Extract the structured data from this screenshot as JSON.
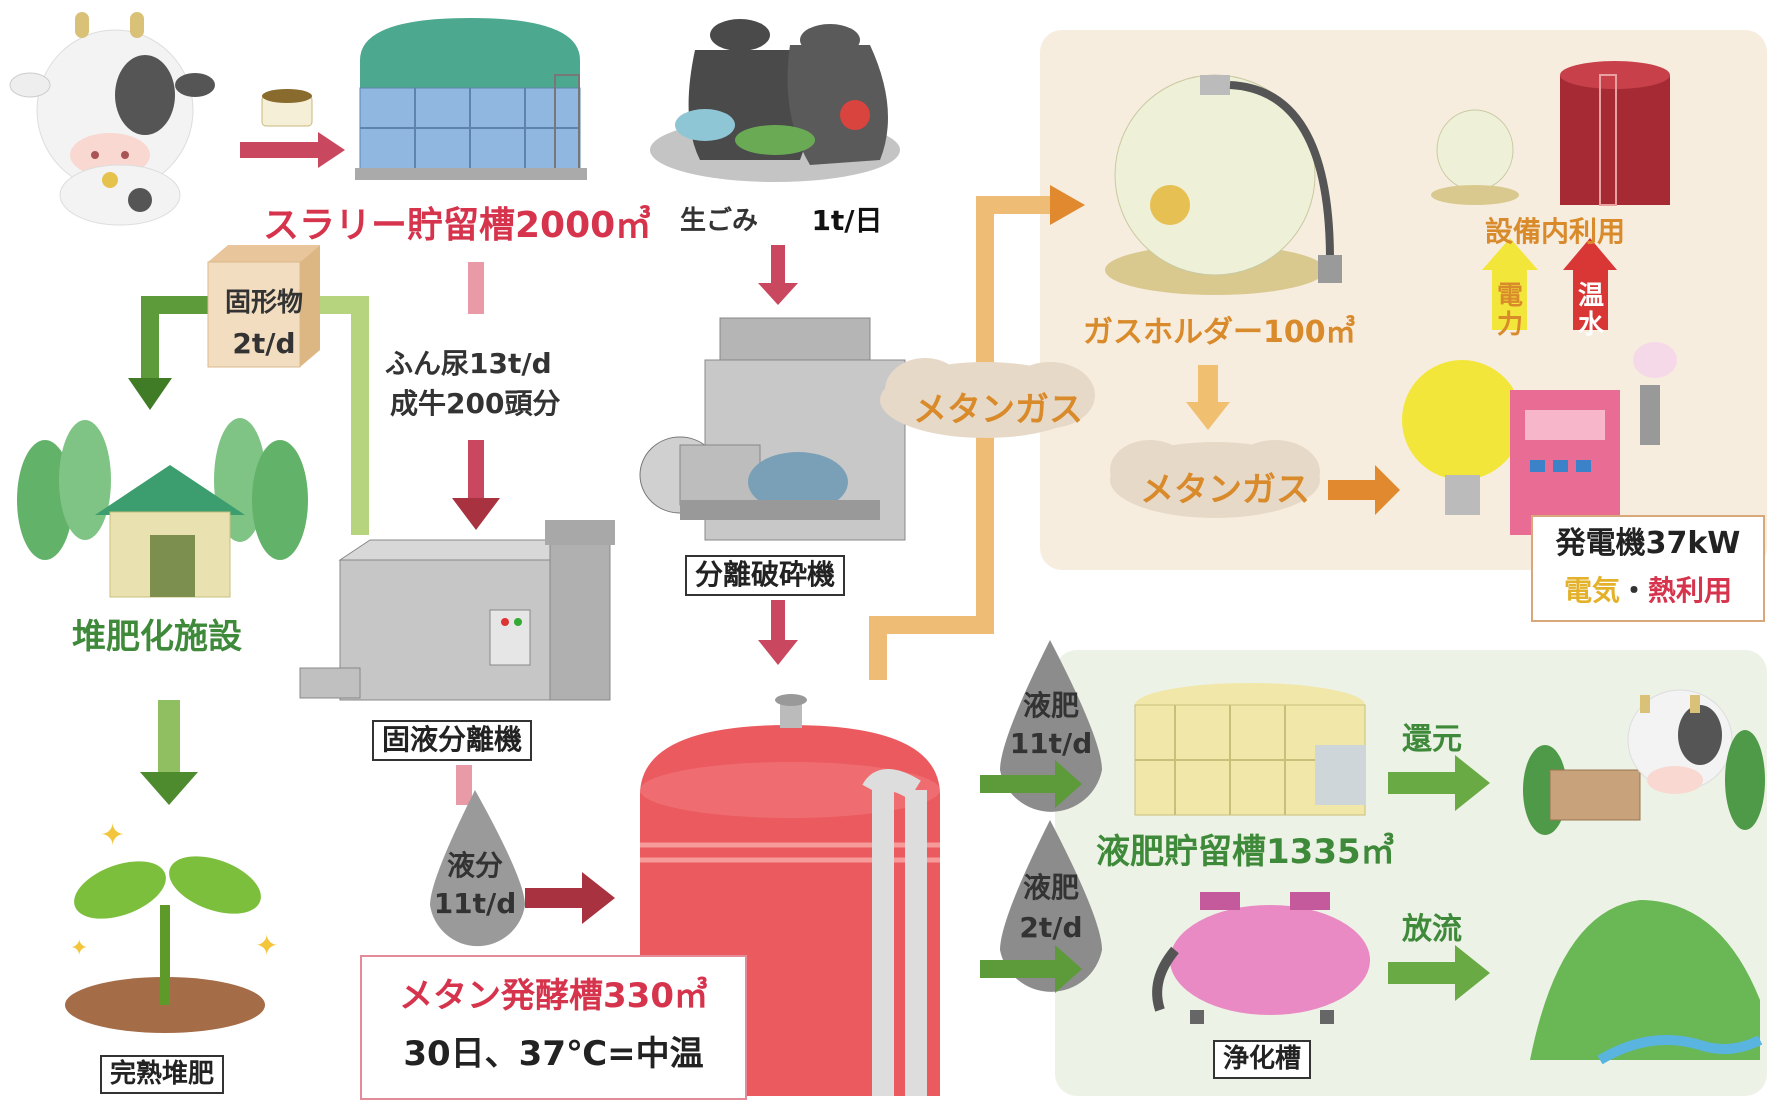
{
  "labels": {
    "slurry_tank": "スラリー貯留槽2000㎥",
    "food_waste": "生ごみ",
    "food_waste_amount": "1t/日",
    "solids": "固形物",
    "solids_amount": "2t/d",
    "manure_amount": "ふん尿13t/d",
    "herd": "成牛200頭分",
    "compost_facility": "堆肥化施設",
    "separator": "固液分離機",
    "crusher": "分離破砕機",
    "liquid_part": "液分",
    "liquid_part_amount": "11t/d",
    "digester_title": "メタン発酵槽330㎥",
    "digester_condition": "30日、37℃=中温",
    "mature_compost": "完熟堆肥",
    "methane_gas_1": "メタンガス",
    "methane_gas_2": "メタンガス",
    "gas_holder": "ガスホルダー100㎥",
    "onsite_use": "設備内利用",
    "electric_power": "電力",
    "hot_water": "温水",
    "generator": "発電機37kW",
    "electricity": "電気",
    "dot": "・",
    "heat_use": "熱利用",
    "liquid_fertilizer_1": "液肥",
    "liquid_fertilizer_1_amount": "11t/d",
    "liquid_fertilizer_2": "液肥",
    "liquid_fertilizer_2_amount": "2t/d",
    "liquid_fertilizer_tank": "液肥貯留槽1335㎥",
    "return": "還元",
    "discharge": "放流",
    "purification_tank": "浄化槽"
  },
  "colors": {
    "pink_arrow": "#c9485f",
    "green_arrow": "#5c9a3a",
    "orange_arrow": "#e0892f",
    "red_text": "#d6334c",
    "green_text": "#3f8a3a",
    "orange_text": "#d98a2b",
    "digester": "#ea5a5f",
    "gas_panel": "#f7eddf",
    "liquid_panel": "#edf2e6"
  }
}
